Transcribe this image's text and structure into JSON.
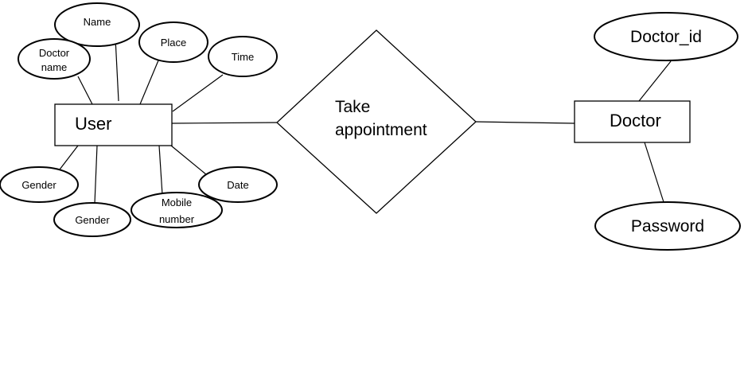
{
  "entities": {
    "user": {
      "label": "User"
    },
    "doctor": {
      "label": "Doctor"
    }
  },
  "relationship": {
    "label_line1": "Take",
    "label_line2": "appointment"
  },
  "attributes": {
    "name": "Name",
    "place": "Place",
    "time": "Time",
    "doctor_name_line1": "Doctor",
    "doctor_name_line2": "name",
    "gender_left": "Gender",
    "gender_bottom": "Gender",
    "mobile_line1": "Mobile",
    "mobile_line2": "number",
    "date": "Date",
    "doctor_id": "Doctor_id",
    "password": "Password"
  }
}
